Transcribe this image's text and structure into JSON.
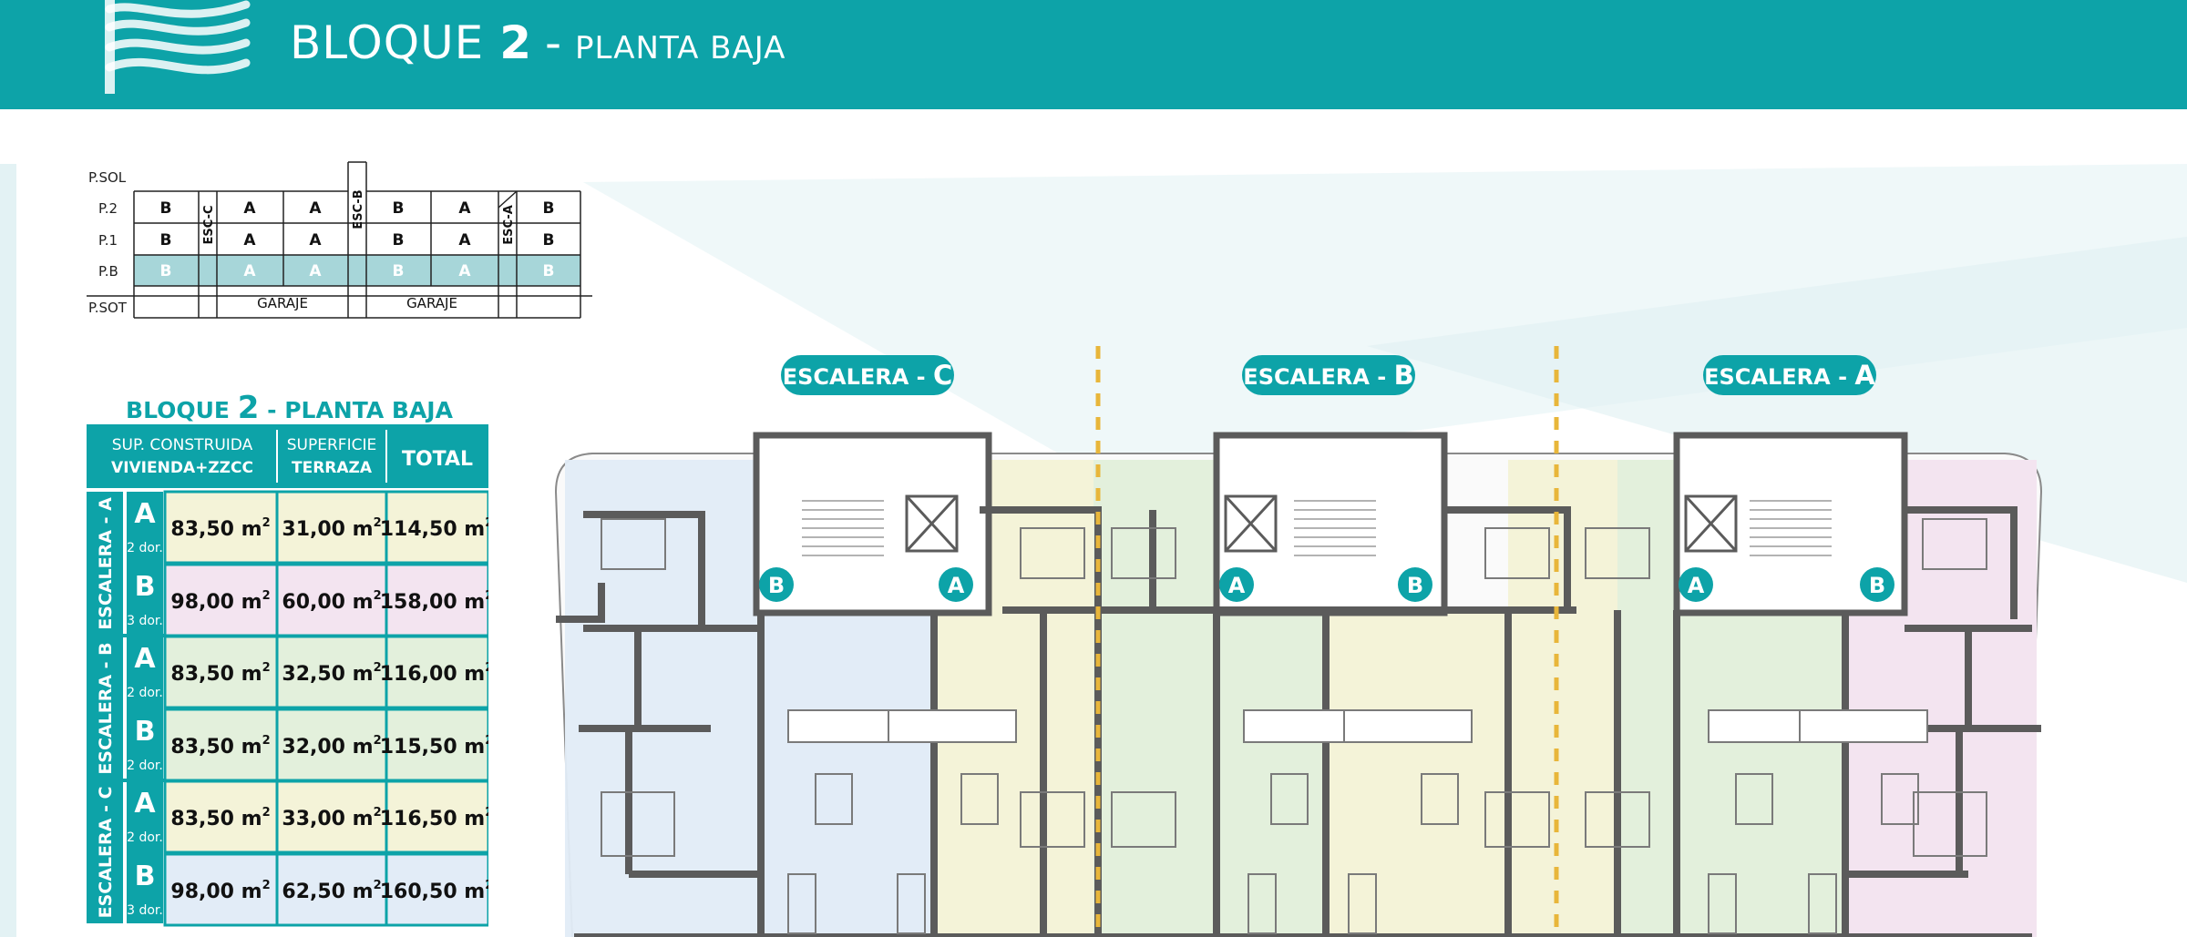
{
  "header": {
    "title_word": "BLOQUE",
    "title_num": "2",
    "title_dash": "-",
    "title_sub": "PLANTA BAJA"
  },
  "colors": {
    "teal": "#0da3a8",
    "light_teal": "#a7d6d9",
    "unit_a_yellow": "#f4f3d8",
    "unit_b_pink": "#f3e4f0",
    "unit_b_blue": "#e2ecf7",
    "unit_green": "#e3f0dc",
    "wall": "#5b5b5b"
  },
  "section": {
    "levels": [
      "P.SOL",
      "P.2",
      "P.1",
      "P.B",
      "P.SOT"
    ],
    "row_p2": [
      "B",
      "A",
      "A",
      "B",
      "A",
      "B"
    ],
    "row_p1": [
      "B",
      "A",
      "A",
      "B",
      "A",
      "B"
    ],
    "row_pb": [
      "B",
      "A",
      "A",
      "B",
      "A",
      "B"
    ],
    "stairs": [
      "ESC-C",
      "ESC-B",
      "ESC-A"
    ],
    "garage": [
      "GARAJE",
      "GARAJE"
    ]
  },
  "table": {
    "title_word": "BLOQUE",
    "title_num": "2",
    "title_rest": "- PLANTA BAJA",
    "head_sup_1": "SUP. CONSTRUIDA",
    "head_sup_2": "VIVIENDA+ZZCC",
    "head_terr_1": "SUPERFICIE",
    "head_terr_2": "TERRAZA",
    "head_total": "TOTAL",
    "groups": [
      {
        "name": "ESCALERA - A"
      },
      {
        "name": "ESCALERA - B"
      },
      {
        "name": "ESCALERA - C"
      }
    ],
    "rows": [
      {
        "type": "A",
        "dorm": "2 dor.",
        "sup": "83,50 m",
        "terr": "31,00 m",
        "total": "114,50 m"
      },
      {
        "type": "B",
        "dorm": "3 dor.",
        "sup": "98,00 m",
        "terr": "60,00 m",
        "total": "158,00 m"
      },
      {
        "type": "A",
        "dorm": "2 dor.",
        "sup": "83,50 m",
        "terr": "32,50 m",
        "total": "116,00 m"
      },
      {
        "type": "B",
        "dorm": "2 dor.",
        "sup": "83,50 m",
        "terr": "32,00 m",
        "total": "115,50 m"
      },
      {
        "type": "A",
        "dorm": "2 dor.",
        "sup": "83,50 m",
        "terr": "33,00 m",
        "total": "116,50 m"
      },
      {
        "type": "B",
        "dorm": "3 dor.",
        "sup": "98,00 m",
        "terr": "62,50 m",
        "total": "160,50 m"
      }
    ],
    "sup": "2"
  },
  "plan": {
    "stair_label": "ESCALERA -",
    "stairs": [
      "C",
      "B",
      "A"
    ],
    "markers": [
      "B",
      "A",
      "A",
      "B",
      "A",
      "B"
    ]
  }
}
